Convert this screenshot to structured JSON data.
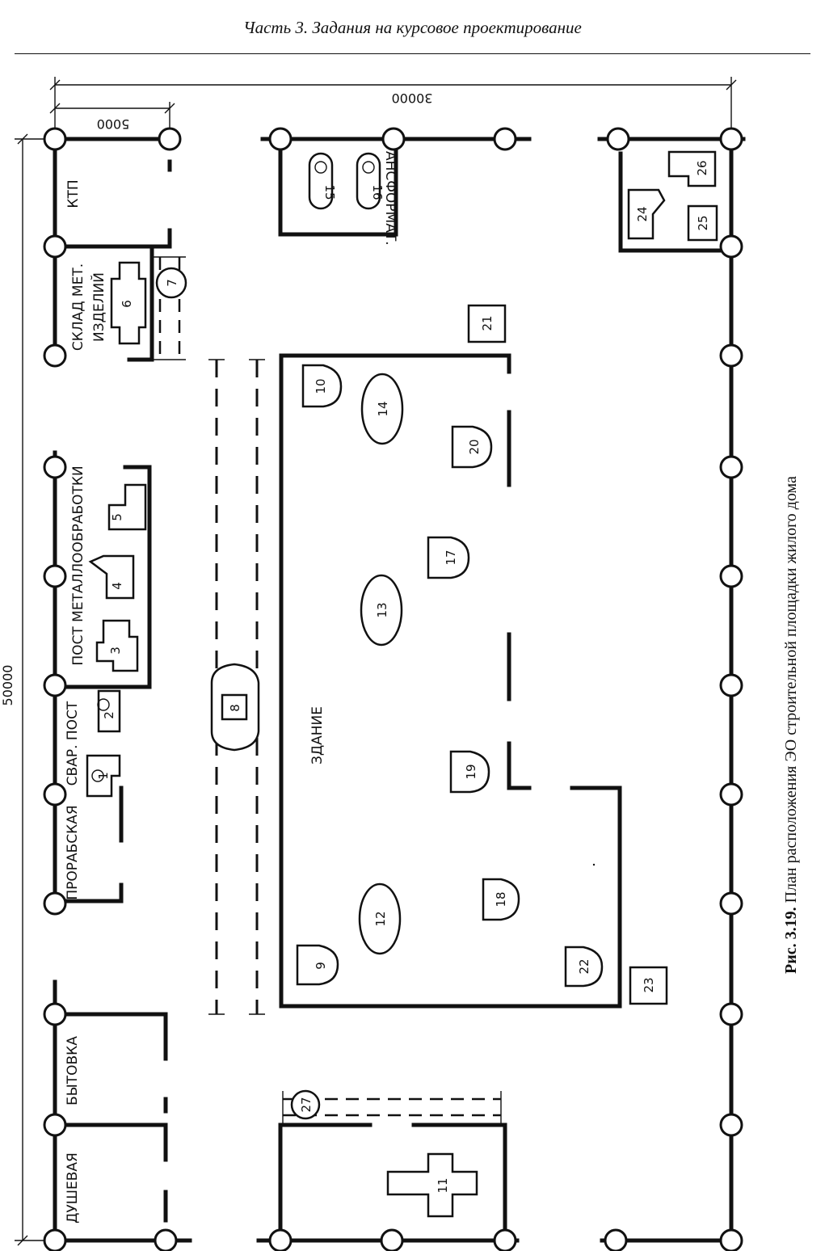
{
  "header": {
    "title": "Часть 3. Задания на курсовое проектирование"
  },
  "dimensions": {
    "width": "30000",
    "bay": "5000",
    "length": "50000"
  },
  "rooms": {
    "ktp": "КТП",
    "warehouse_line1": "СКЛАД МЕТ.",
    "warehouse_line2": "ИЗДЕЛИЙ",
    "metalworking": "ПОСТ МЕТАЛЛООБРАБОТКИ",
    "welding": "СВАР. ПОСТ",
    "foreman": "ПРОРАБСКАЯ",
    "utility": "БЫТОВКА",
    "shower": "ДУШЕВАЯ",
    "building": "ЗДАНИЕ",
    "transformer": "ТРАНСФОРМАТ."
  },
  "equipment": [
    "1",
    "2",
    "3",
    "4",
    "5",
    "6",
    "7",
    "8",
    "9",
    "10",
    "11",
    "12",
    "13",
    "14",
    "15",
    "16",
    "17",
    "18",
    "19",
    "20",
    "21",
    "22",
    "23",
    "24",
    "25",
    "26",
    "27"
  ],
  "caption": {
    "label": "Рис. 3.19.",
    "text": " План расположения ЭО строительной площадки жилого дома"
  }
}
